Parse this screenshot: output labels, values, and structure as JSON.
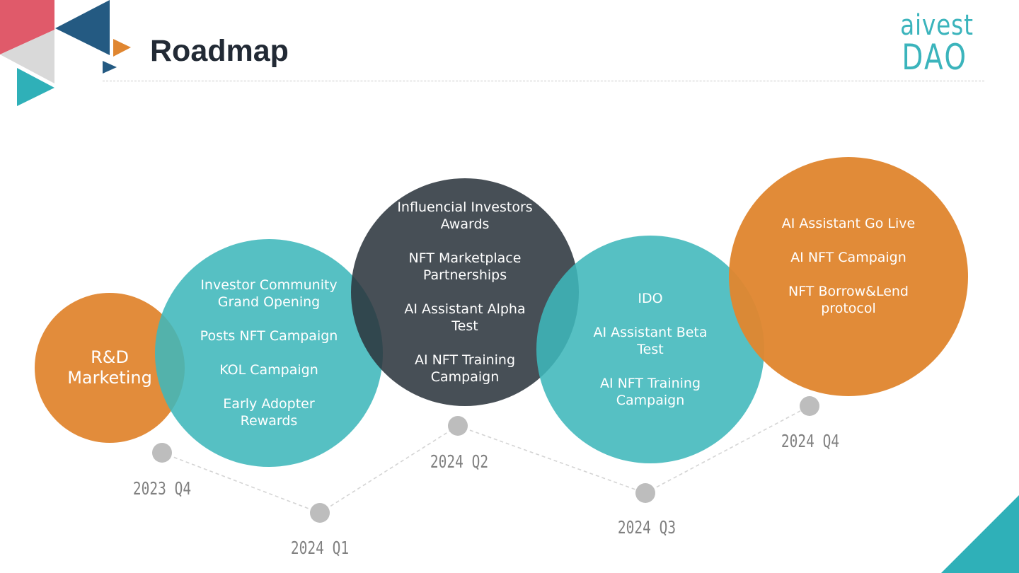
{
  "slide": {
    "title": "Roadmap",
    "logo": {
      "line1": "aivest",
      "line2": "DAO"
    }
  },
  "colors": {
    "orange": "#e08630",
    "teal": "#3fb7bb",
    "dark": "#2c353d",
    "accent_red": "#e05a6a",
    "accent_blue": "#245a82",
    "dot_gray": "#bdbdbd"
  },
  "roadmap": [
    {
      "quarter": "2023 Q4",
      "items": [
        "R&D\nMarketing"
      ]
    },
    {
      "quarter": "2024 Q1",
      "items": [
        "Investor Community\nGrand Opening",
        "Posts NFT Campaign",
        "KOL Campaign",
        "Early Adopter\nRewards"
      ]
    },
    {
      "quarter": "2024 Q2",
      "items": [
        "Influencial Investors\nAwards",
        "NFT Marketplace\nPartnerships",
        "AI Assistant Alpha\nTest",
        "AI NFT Training\nCampaign"
      ]
    },
    {
      "quarter": "2024 Q3",
      "items": [
        "IDO",
        "AI Assistant Beta\nTest",
        "AI NFT Training\nCampaign"
      ]
    },
    {
      "quarter": "2024 Q4",
      "items": [
        "AI Assistant Go Live",
        "AI NFT Campaign",
        "NFT Borrow&Lend\nprotocol"
      ]
    }
  ]
}
